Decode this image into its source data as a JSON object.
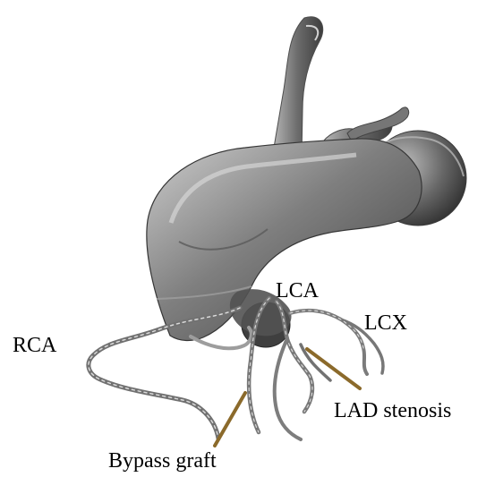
{
  "labels": {
    "rca": "RCA",
    "lca": "LCA",
    "lcx": "LCX",
    "lad_stenosis": "LAD stenosis",
    "bypass_graft": "Bypass graft"
  },
  "colors": {
    "arrow": "#8b6a2b",
    "vessel_dark": "#474747",
    "vessel_mid": "#7d7d7d",
    "vessel_light": "#bfbfbf",
    "text": "#000000",
    "background": "#ffffff"
  }
}
